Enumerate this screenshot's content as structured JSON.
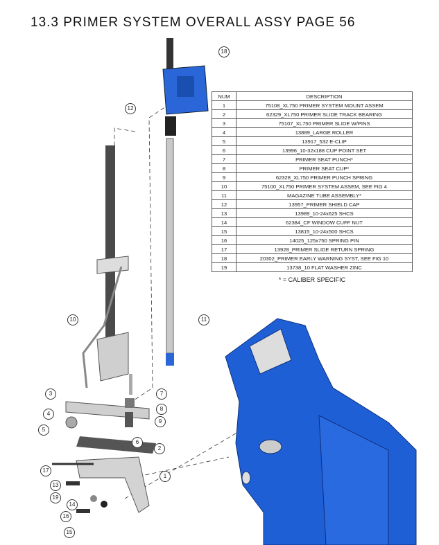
{
  "title": "13.3 PRIMER SYSTEM OVERALL ASSY PAGE 56",
  "table": {
    "headers": [
      "NUM",
      "DESCRIPTION"
    ],
    "rows": [
      [
        "1",
        "75108_XL750 PRIMER SYSTEM MOUNT ASSEM"
      ],
      [
        "2",
        "62329_XL750 PRIMER SLIDE TRACK BEARING"
      ],
      [
        "3",
        "75107_XL750 PRIMER SLIDE W/PINS"
      ],
      [
        "4",
        "13889_LARGE ROLLER"
      ],
      [
        "5",
        "13917_532 E-CLIP"
      ],
      [
        "6",
        "13996_10-32x188 CUP POINT SET"
      ],
      [
        "7",
        "PRIMER SEAT PUNCH*"
      ],
      [
        "8",
        "PRIMER SEAT CUP*"
      ],
      [
        "9",
        "62328_XL750 PRIMER PUNCH SPRING"
      ],
      [
        "10",
        "75100_XL750 PRIMER SYSTEM ASSEM, SEE FIG 4"
      ],
      [
        "11",
        "MAGAZINE TUBE ASSEMBLY*"
      ],
      [
        "12",
        "13957_PRIMER SHIELD CAP"
      ],
      [
        "13",
        "13989_10-24x625 SHCS"
      ],
      [
        "14",
        "62384_CF WINDOW CUFF NUT"
      ],
      [
        "15",
        "13815_10-24x500 SHCS"
      ],
      [
        "16",
        "14025_125x750 SPRING PIN"
      ],
      [
        "17",
        "13928_PRIMER SLIDE RETURN SPRING"
      ],
      [
        "18",
        "20302_PRIMER EARLY WARNING SYST, SEE FIG 10"
      ],
      [
        "19",
        "13738_10 FLAT WASHER ZINC"
      ]
    ]
  },
  "note": "* = CALIBER SPECIFIC",
  "callouts": [
    "18",
    "12",
    "10",
    "11",
    "7",
    "8",
    "9",
    "3",
    "4",
    "5",
    "6",
    "2",
    "1",
    "17",
    "13",
    "19",
    "14",
    "16",
    "15"
  ],
  "colors": {
    "frame_blue": "#1f5fd6",
    "part_gray": "#b8b8b8"
  }
}
